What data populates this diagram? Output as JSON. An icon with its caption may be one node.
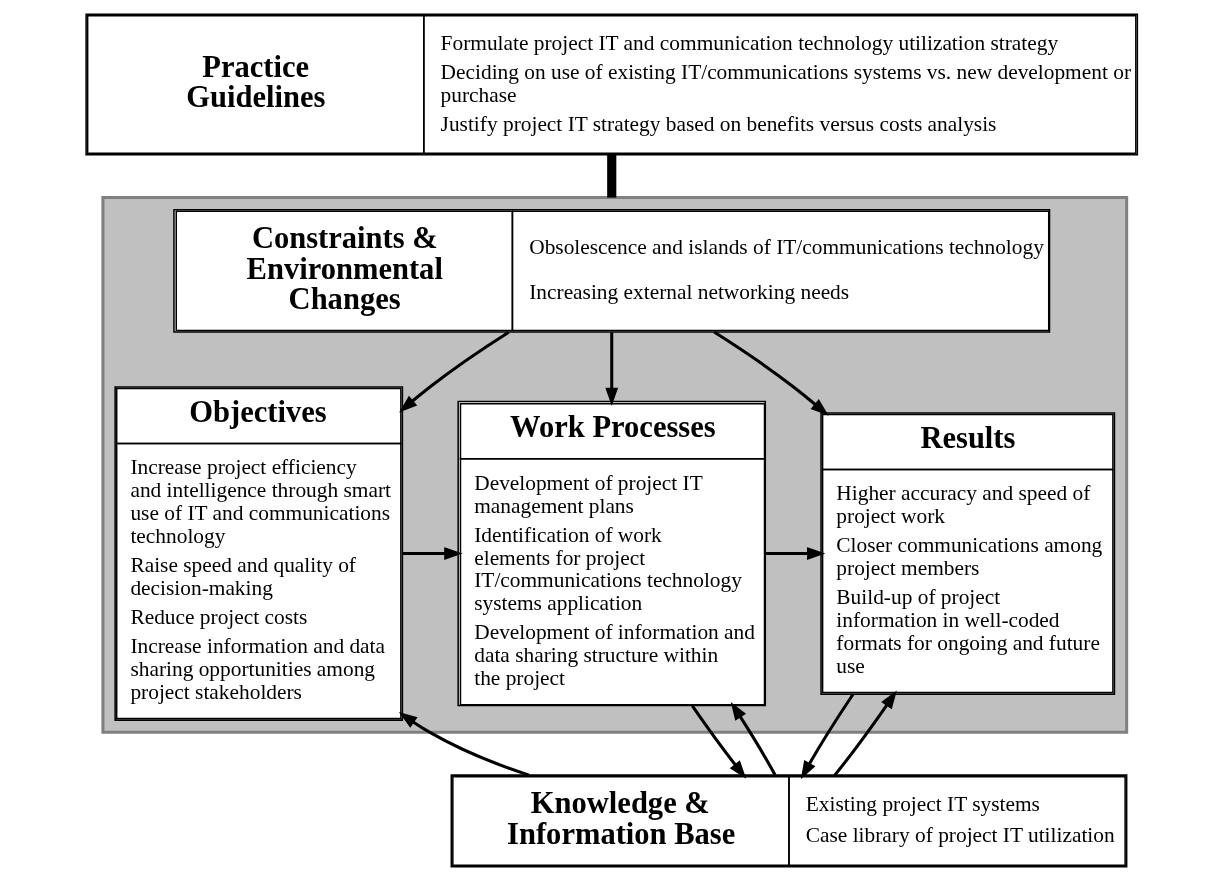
{
  "diagram": {
    "nodes": [
      {
        "text": [
          "Practice Guidelines",
          "Formulate project IT and communication technology utilization strategy",
          "Deciding on use of existing IT/communications systems vs. new development or purchase",
          "Justify project IT strategy based on benefits versus costs analysis"
        ]
      },
      {
        "text": [],
        "shape": "box"
      },
      {
        "text": [
          "Constraints & Environmental Changes",
          "Obsolescence and islands of IT/communications technology",
          "Increasing external networking needs"
        ],
        "in": 1
      },
      {
        "text": [
          "Objectives",
          "Increase project efficiency and intelligence through smart use of IT and communications technology",
          "Raise speed and quality of decision-making",
          "Reduce project costs",
          "Increase information and data sharing opportunities among project stakeholders"
        ],
        "in": 1
      },
      {
        "text": [
          "Work Processes",
          "Development of project IT management plans",
          "Identification of work elements for project IT/communications technology systems application",
          "Development of information and data sharing structure within the project"
        ],
        "in": 1
      },
      {
        "text": [
          "Results",
          "Higher accuracy and speed of project work",
          "Closer communications among project members",
          "Build-up of project information in well-coded formats for ongoing and future use"
        ],
        "in": 1
      },
      {
        "text": [
          "Knowledge & Information Base",
          "Existing project IT systems",
          "Case library of project IT utilization"
        ]
      }
    ],
    "edges": [
      {
        "from": 0,
        "to": 1,
        "arrow": "none",
        "style": "thick"
      },
      {
        "from": 2,
        "to": 3,
        "arrow": "to"
      },
      {
        "from": 2,
        "to": 4,
        "arrow": "to"
      },
      {
        "from": 2,
        "to": 5,
        "arrow": "to"
      },
      {
        "from": 3,
        "to": 4,
        "arrow": "to"
      },
      {
        "from": 4,
        "to": 5,
        "arrow": "to"
      },
      {
        "from": 6,
        "to": 3,
        "arrow": "to"
      },
      {
        "from": 6,
        "to": 4,
        "arrow": "to"
      },
      {
        "from": 4,
        "to": 6,
        "arrow": "to"
      },
      {
        "from": 6,
        "to": 5,
        "arrow": "to"
      },
      {
        "from": 5,
        "to": 6,
        "arrow": "to"
      }
    ]
  }
}
